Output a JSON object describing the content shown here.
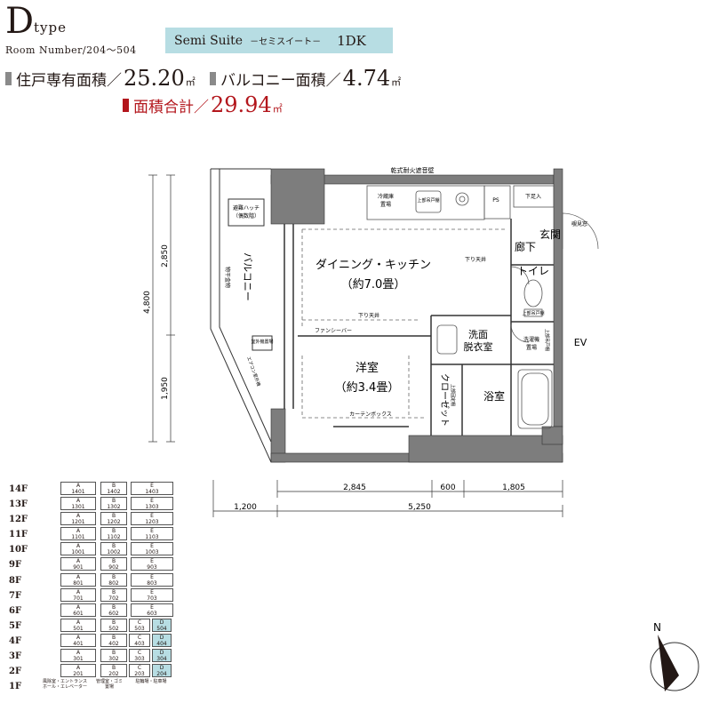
{
  "header": {
    "type_letter": "D",
    "type_word": "type",
    "room_number": "Room Number/204～504",
    "suite_name": "Semi Suite",
    "suite_kana": "－セミスイート－",
    "layout": "1DK"
  },
  "areas": {
    "private": {
      "label": "住戸専有面積／",
      "value": "25.20",
      "unit": "㎡"
    },
    "balcony": {
      "label": "バルコニー面積／",
      "value": "4.74",
      "unit": "㎡"
    },
    "total": {
      "label": "面積合計／",
      "value": "29.94",
      "unit": "㎡"
    }
  },
  "floorplan": {
    "top_wall_label": "乾式耐火遮音壁",
    "rooms": {
      "dining_kitchen": "ダイニング・キッチン",
      "dining_kitchen_size": "（約7.0畳）",
      "western_room": "洋室",
      "western_room_size": "（約3.4畳）",
      "balcony": "バルコニー",
      "washroom_1": "洗面",
      "washroom_2": "脱衣室",
      "bath": "浴室",
      "toilet": "トイレ",
      "corridor": "廊下",
      "entrance": "玄関",
      "closet": "クローゼット"
    },
    "labels": {
      "fridge_1": "冷蔵庫",
      "fridge_2": "置場",
      "upper_shelf": "上部吊戸棚",
      "ps": "PS",
      "shoebox": "下足入",
      "peephole": "覗見窓",
      "drop_ceiling_1": "下り天井",
      "drop_ceiling_2": "下り天井",
      "fan_shelf": "ファンシーバー",
      "curtain_box": "カーテンボックス",
      "eaves_1": "避難ハッチ",
      "eaves_2": "（偶数階）",
      "storage_1": "物干金物",
      "outdoor_unit": "室外機置場",
      "ac_outdoor": "エアコン室外機",
      "washer_1": "洗濯機",
      "washer_2": "置場",
      "upper_storage": "上部吊戸棚",
      "upper_fixed_shelf": "上部固定棚",
      "toilet_cabinet": "上部吊戸棚",
      "ev": "EV"
    },
    "dims": {
      "total_height": "4,800",
      "upper_height": "2,850",
      "lower_height": "1,950",
      "w1": "2,845",
      "w2": "600",
      "w3": "1,805",
      "balcony_depth": "1,200",
      "main_width": "5,250"
    },
    "compass": "N"
  },
  "floors": [
    {
      "floor": "14F",
      "units": [
        {
          "col": "A",
          "num": "1401"
        },
        {
          "col": "B",
          "num": "1402"
        },
        {
          "col": "E",
          "num": "1403"
        }
      ]
    },
    {
      "floor": "13F",
      "units": [
        {
          "col": "A",
          "num": "1301"
        },
        {
          "col": "B",
          "num": "1302"
        },
        {
          "col": "E",
          "num": "1303"
        }
      ]
    },
    {
      "floor": "12F",
      "units": [
        {
          "col": "A",
          "num": "1201"
        },
        {
          "col": "B",
          "num": "1202"
        },
        {
          "col": "E",
          "num": "1203"
        }
      ]
    },
    {
      "floor": "11F",
      "units": [
        {
          "col": "A",
          "num": "1101"
        },
        {
          "col": "B",
          "num": "1102"
        },
        {
          "col": "E",
          "num": "1103"
        }
      ]
    },
    {
      "floor": "10F",
      "units": [
        {
          "col": "A",
          "num": "1001"
        },
        {
          "col": "B",
          "num": "1002"
        },
        {
          "col": "E",
          "num": "1003"
        }
      ]
    },
    {
      "floor": "9F",
      "units": [
        {
          "col": "A",
          "num": "901"
        },
        {
          "col": "B",
          "num": "902"
        },
        {
          "col": "E",
          "num": "903"
        }
      ]
    },
    {
      "floor": "8F",
      "units": [
        {
          "col": "A",
          "num": "801"
        },
        {
          "col": "B",
          "num": "802"
        },
        {
          "col": "E",
          "num": "803"
        }
      ]
    },
    {
      "floor": "7F",
      "units": [
        {
          "col": "A",
          "num": "701"
        },
        {
          "col": "B",
          "num": "702"
        },
        {
          "col": "E",
          "num": "703"
        }
      ]
    },
    {
      "floor": "6F",
      "units": [
        {
          "col": "A",
          "num": "601"
        },
        {
          "col": "B",
          "num": "602"
        },
        {
          "col": "E",
          "num": "603"
        }
      ]
    },
    {
      "floor": "5F",
      "units": [
        {
          "col": "A",
          "num": "501"
        },
        {
          "col": "B",
          "num": "502"
        },
        {
          "col": "C",
          "num": "503"
        },
        {
          "col": "D",
          "num": "504",
          "highlight": true
        }
      ]
    },
    {
      "floor": "4F",
      "units": [
        {
          "col": "A",
          "num": "401"
        },
        {
          "col": "B",
          "num": "402"
        },
        {
          "col": "C",
          "num": "403"
        },
        {
          "col": "D",
          "num": "404",
          "highlight": true
        }
      ]
    },
    {
      "floor": "3F",
      "units": [
        {
          "col": "A",
          "num": "301"
        },
        {
          "col": "B",
          "num": "302"
        },
        {
          "col": "C",
          "num": "303"
        },
        {
          "col": "D",
          "num": "304",
          "highlight": true
        }
      ]
    },
    {
      "floor": "2F",
      "units": [
        {
          "col": "A",
          "num": "201"
        },
        {
          "col": "B",
          "num": "202"
        },
        {
          "col": "C",
          "num": "203"
        },
        {
          "col": "D",
          "num": "204",
          "highlight": true
        }
      ]
    },
    {
      "floor": "1F",
      "ground": [
        "風除室・エントランスホール・エレベーター",
        "管理室・ゴミ置場",
        "駐輪場・駐車場"
      ]
    }
  ]
}
